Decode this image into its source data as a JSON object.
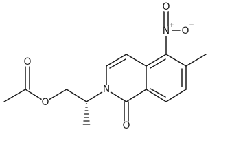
{
  "structure": {
    "atoms": {
      "n_ring": "N",
      "o_carbonyl": "O",
      "o_ester": "O",
      "o_acetyl": "O",
      "n_nitro": "N",
      "o_nitro_top": "O",
      "o_nitro_right": "O"
    },
    "charges": {
      "n_nitro": "+",
      "o_nitro_right": "−"
    }
  }
}
